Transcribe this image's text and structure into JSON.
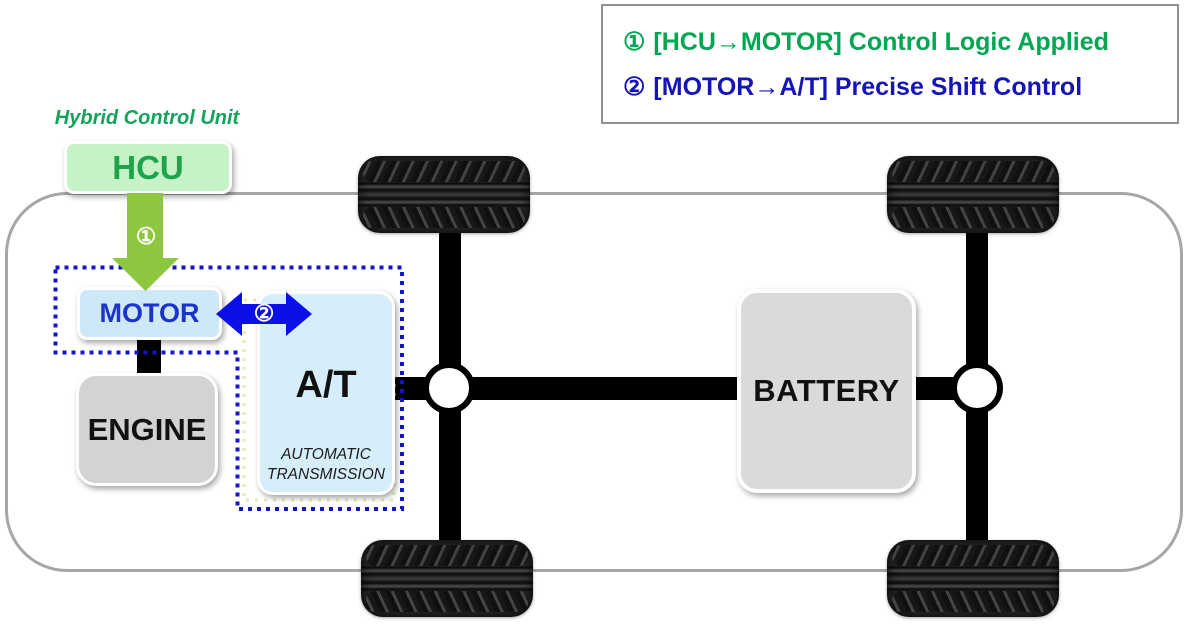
{
  "legend": {
    "item1": {
      "num": "①",
      "text": "[HCU→MOTOR] Control Logic Applied"
    },
    "item2": {
      "num": "②",
      "text": "[MOTOR→A/T] Precise Shift Control"
    }
  },
  "hcu": {
    "caption": "Hybrid Control Unit",
    "label": "HCU"
  },
  "badges": {
    "one": "①",
    "two": "②"
  },
  "blocks": {
    "motor": "MOTOR",
    "engine": "ENGINE",
    "at": "A/T",
    "at_sub": "AUTOMATIC TRANSMISSION",
    "battery": "BATTERY"
  },
  "colors": {
    "legend_green": "#00a651",
    "legend_blue": "#1414b8",
    "hcu_bg": "#c6f3c6",
    "hcu_text": "#1ea34d",
    "caption_green": "#12a45a",
    "arrow_green": "#8dc63f",
    "motor_bg": "#cfe8f8",
    "motor_text": "#1b35cc",
    "arrow_blue": "#0b10e8",
    "at_bg": "#d6eefa",
    "engine_bg": "#d3d3d3",
    "battery_bg": "#dadada",
    "dotted_blue": "#1414c8",
    "chassis_border": "#a6a6a6"
  }
}
